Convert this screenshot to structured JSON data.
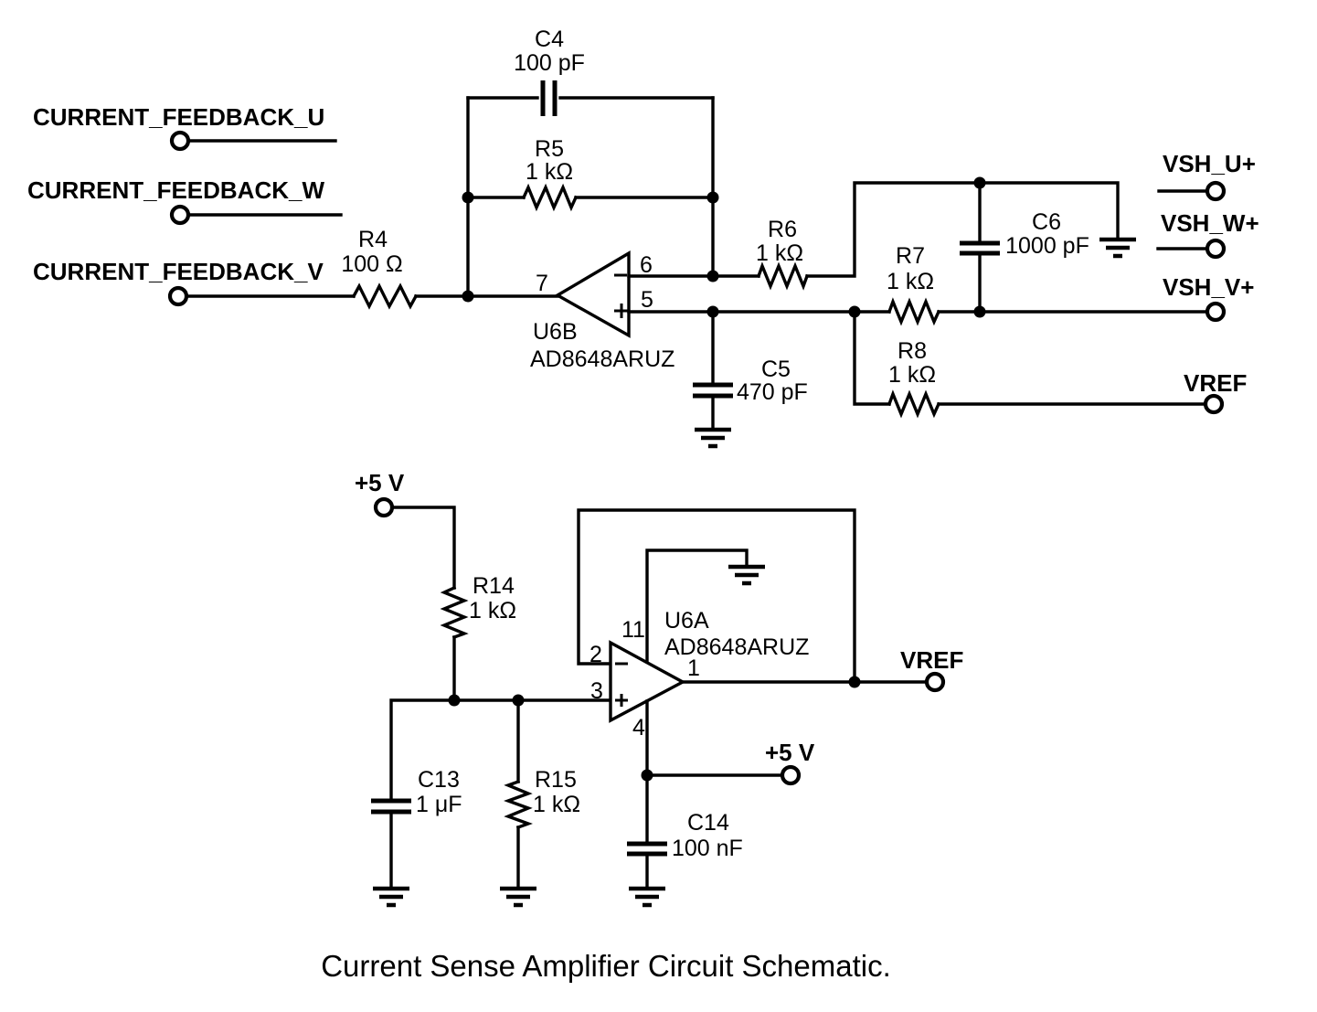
{
  "colors": {
    "background": "#ffffff",
    "ink": "#000000"
  },
  "caption": "Current Sense Amplifier Circuit Schematic.",
  "nets": {
    "current_feedback_u": "CURRENT_FEEDBACK_U",
    "current_feedback_w": "CURRENT_FEEDBACK_W",
    "current_feedback_v": "CURRENT_FEEDBACK_V",
    "vsh_u_plus": "VSH_U+",
    "vsh_w_plus": "VSH_W+",
    "vsh_v_plus": "VSH_V+",
    "vref_top": "VREF",
    "vref_bottom": "VREF",
    "plus5v_top": "+5 V",
    "plus5v_bottom": "+5 V"
  },
  "components": {
    "r4": {
      "ref": "R4",
      "value": "100 Ω"
    },
    "r5": {
      "ref": "R5",
      "value": "1 kΩ"
    },
    "r6": {
      "ref": "R6",
      "value": "1 kΩ"
    },
    "r7": {
      "ref": "R7",
      "value": "1 kΩ"
    },
    "r8": {
      "ref": "R8",
      "value": "1 kΩ"
    },
    "r14": {
      "ref": "R14",
      "value": "1 kΩ"
    },
    "r15": {
      "ref": "R15",
      "value": "1 kΩ"
    },
    "c4": {
      "ref": "C4",
      "value": "100 pF"
    },
    "c5": {
      "ref": "C5",
      "value": "470 pF"
    },
    "c6": {
      "ref": "C6",
      "value": "1000 pF"
    },
    "c13": {
      "ref": "C13",
      "value": "1 μF"
    },
    "c14": {
      "ref": "C14",
      "value": "100 nF"
    }
  },
  "opamps": {
    "u6b": {
      "ref": "U6B",
      "part": "AD8648ARUZ",
      "pin_output": "7",
      "pin_inverting": "6",
      "pin_noninverting": "5"
    },
    "u6a": {
      "ref": "U6A",
      "part": "AD8648ARUZ",
      "pin_inverting": "2",
      "pin_noninverting": "3",
      "pin_vpos": "11",
      "pin_vneg": "4",
      "pin_output": "1"
    }
  }
}
